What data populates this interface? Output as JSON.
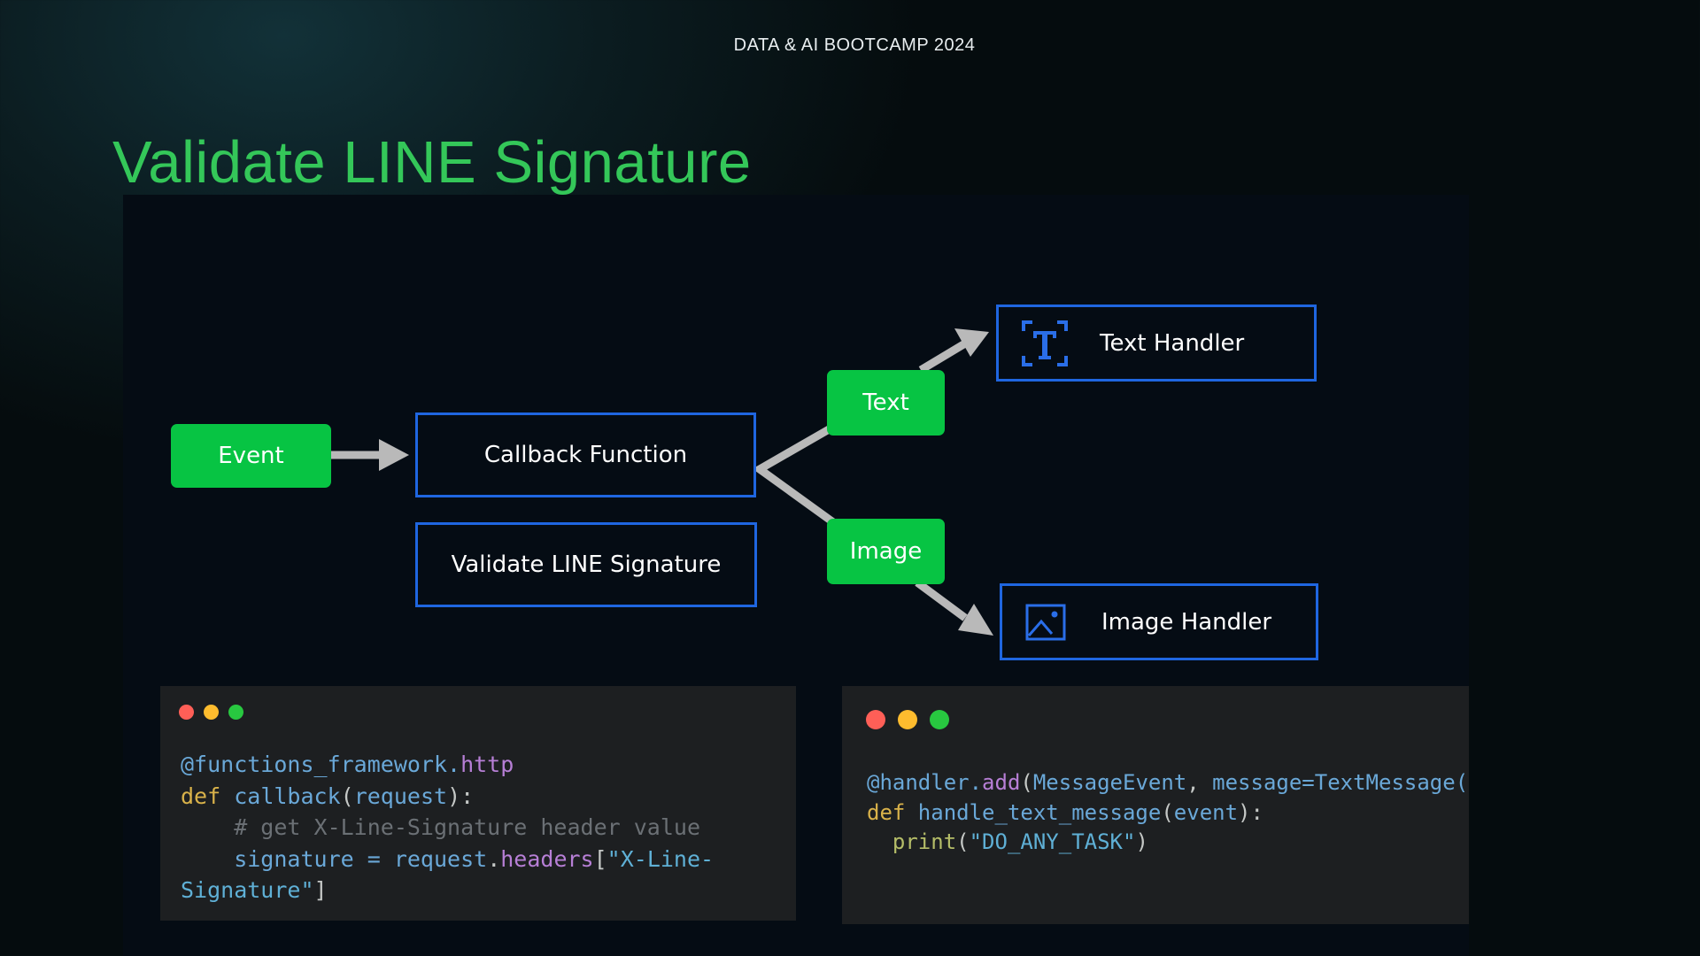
{
  "header": {
    "event_title": "DATA & AI BOOTCAMP 2024"
  },
  "slide": {
    "title": "Validate LINE Signature"
  },
  "colors": {
    "title_green": "#34c759",
    "node_green": "#07c443",
    "node_border_blue": "#1f66e0",
    "arrow_gray": "#b9b9b9",
    "dot_red": "#ff5f57",
    "dot_yellow": "#febc2e",
    "dot_green": "#28c840"
  },
  "diagram": {
    "event": {
      "label": "Event"
    },
    "callback": {
      "label": "Callback Function"
    },
    "validate": {
      "label": "Validate LINE Signature"
    },
    "branch_text": {
      "label": "Text"
    },
    "branch_image": {
      "label": "Image"
    },
    "text_handler": {
      "label": "Text Handler",
      "icon": "text-type-icon"
    },
    "image_handler": {
      "label": "Image Handler",
      "icon": "image-icon"
    }
  },
  "code_left": {
    "lines": [
      {
        "tokens": [
          {
            "t": "@functions_framework.",
            "c": "t-dec"
          },
          {
            "t": "http",
            "c": "t-purple"
          }
        ]
      },
      {
        "tokens": [
          {
            "t": "def ",
            "c": "t-kw"
          },
          {
            "t": "callback",
            "c": "t-fn"
          },
          {
            "t": "(",
            "c": "t-plain"
          },
          {
            "t": "request",
            "c": "t-fn"
          },
          {
            "t": "):",
            "c": "t-plain"
          }
        ]
      },
      {
        "tokens": [
          {
            "t": "    # get X-Line-Signature header value",
            "c": "t-com"
          }
        ]
      },
      {
        "tokens": [
          {
            "t": "    signature = ",
            "c": "t-fn"
          },
          {
            "t": "request",
            "c": "t-fn"
          },
          {
            "t": ".",
            "c": "t-plain"
          },
          {
            "t": "headers",
            "c": "t-purple"
          },
          {
            "t": "[",
            "c": "t-plain"
          },
          {
            "t": "\"X-Line-",
            "c": "t-str"
          }
        ]
      },
      {
        "tokens": [
          {
            "t": "Signature\"",
            "c": "t-str"
          },
          {
            "t": "]",
            "c": "t-plain"
          }
        ]
      }
    ]
  },
  "code_right": {
    "lines": [
      {
        "tokens": [
          {
            "t": "@handler.",
            "c": "t-dec"
          },
          {
            "t": "add",
            "c": "t-purple"
          },
          {
            "t": "(",
            "c": "t-plain"
          },
          {
            "t": "MessageEvent",
            "c": "t-fn"
          },
          {
            "t": ", ",
            "c": "t-plain"
          },
          {
            "t": "message=TextMessage(",
            "c": "t-fn"
          }
        ]
      },
      {
        "tokens": [
          {
            "t": "def ",
            "c": "t-kw"
          },
          {
            "t": "handle_text_message",
            "c": "t-fn"
          },
          {
            "t": "(",
            "c": "t-plain"
          },
          {
            "t": "event",
            "c": "t-fn"
          },
          {
            "t": "):",
            "c": "t-plain"
          }
        ]
      },
      {
        "tokens": [
          {
            "t": "  print",
            "c": "t-green"
          },
          {
            "t": "(",
            "c": "t-plain"
          },
          {
            "t": "\"DO_ANY_TASK\"",
            "c": "t-str"
          },
          {
            "t": ")",
            "c": "t-plain"
          }
        ]
      }
    ]
  }
}
